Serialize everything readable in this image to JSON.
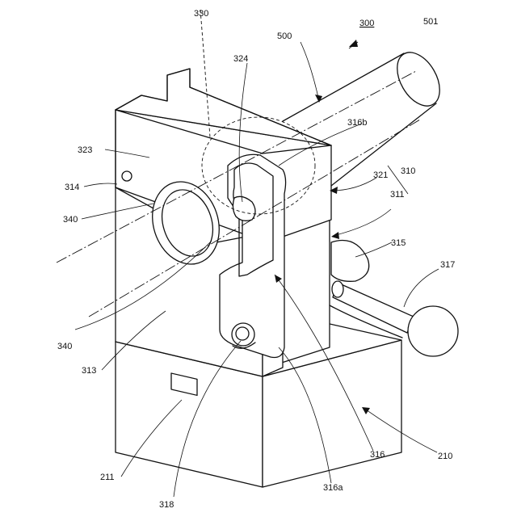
{
  "labels": {
    "l330": "330",
    "l300": "300",
    "l501": "501",
    "l500": "500",
    "l324": "324",
    "l316b": "316b",
    "l323": "323",
    "l314": "314",
    "l321": "321",
    "l310": "310",
    "l311": "311",
    "l340a": "340",
    "l315": "315",
    "l317": "317",
    "l340b": "340",
    "l313": "313",
    "l316": "316",
    "l210": "210",
    "l211": "211",
    "l318": "318",
    "l316a": "316a"
  }
}
